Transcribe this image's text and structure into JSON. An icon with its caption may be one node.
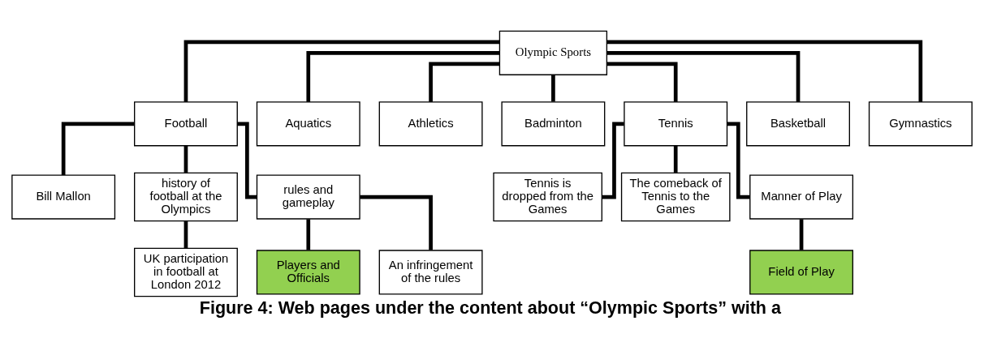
{
  "diagram": {
    "caption": "Figure 4: Web pages under the content about “Olympic Sports” with a",
    "nodes": [
      {
        "text": [
          "Olympic Sports"
        ]
      },
      {
        "text": [
          "Football"
        ]
      },
      {
        "text": [
          "Aquatics"
        ]
      },
      {
        "text": [
          "Athletics"
        ]
      },
      {
        "text": [
          "Badminton"
        ]
      },
      {
        "text": [
          "Tennis"
        ]
      },
      {
        "text": [
          "Basketball"
        ]
      },
      {
        "text": [
          "Gymnastics"
        ]
      },
      {
        "text": [
          "Bill Mallon"
        ]
      },
      {
        "text": [
          "history of football at the Olympics"
        ]
      },
      {
        "text": [
          "rules and gameplay"
        ]
      },
      {
        "text": [
          "Tennis is dropped from the Games"
        ]
      },
      {
        "text": [
          "The comeback of Tennis to the Games"
        ]
      },
      {
        "text": [
          "Manner of Play"
        ]
      },
      {
        "text": [
          "UK participation in football at London 2012"
        ]
      },
      {
        "text": [
          "Players and Officials"
        ]
      },
      {
        "text": [
          "An infringement of the rules"
        ]
      },
      {
        "text": [
          "Field of Play"
        ]
      }
    ],
    "edges": [
      {
        "from": 0,
        "to": 1,
        "arrow": "none"
      },
      {
        "from": 0,
        "to": 2,
        "arrow": "none"
      },
      {
        "from": 0,
        "to": 3,
        "arrow": "none"
      },
      {
        "from": 0,
        "to": 4,
        "arrow": "none"
      },
      {
        "from": 0,
        "to": 5,
        "arrow": "none"
      },
      {
        "from": 0,
        "to": 6,
        "arrow": "none"
      },
      {
        "from": 0,
        "to": 7,
        "arrow": "none"
      },
      {
        "from": 1,
        "to": 8,
        "arrow": "none"
      },
      {
        "from": 1,
        "to": 9,
        "arrow": "none"
      },
      {
        "from": 1,
        "to": 10,
        "arrow": "none"
      },
      {
        "from": 5,
        "to": 11,
        "arrow": "none"
      },
      {
        "from": 5,
        "to": 12,
        "arrow": "none"
      },
      {
        "from": 5,
        "to": 13,
        "arrow": "none"
      },
      {
        "from": 9,
        "to": 14,
        "arrow": "none"
      },
      {
        "from": 10,
        "to": 15,
        "arrow": "none"
      },
      {
        "from": 10,
        "to": 16,
        "arrow": "none"
      },
      {
        "from": 13,
        "to": 17,
        "arrow": "none"
      }
    ]
  }
}
